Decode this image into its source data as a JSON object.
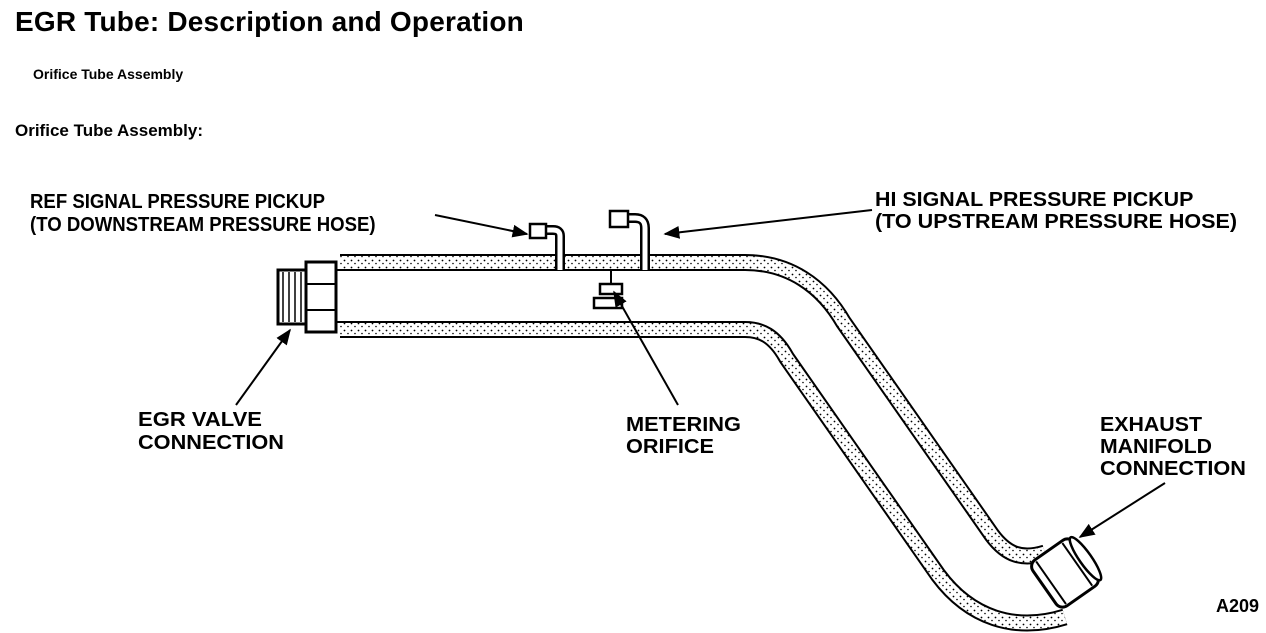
{
  "page": {
    "title": "EGR Tube: Description and Operation",
    "nav_link": "Orifice Tube Assembly",
    "section_heading": "Orifice Tube Assembly:"
  },
  "diagram": {
    "labels": {
      "ref_signal": [
        "REF SIGNAL PRESSURE PICKUP",
        "(TO DOWNSTREAM PRESSURE HOSE)"
      ],
      "hi_signal": [
        "HI SIGNAL PRESSURE PICKUP",
        "(TO UPSTREAM PRESSURE HOSE)"
      ],
      "egr_valve": [
        "EGR VALVE",
        "CONNECTION"
      ],
      "metering": [
        "METERING",
        "ORIFICE"
      ],
      "exhaust": [
        "EXHAUST",
        "MANIFOLD",
        "CONNECTION"
      ]
    },
    "figure_id": "A209"
  }
}
